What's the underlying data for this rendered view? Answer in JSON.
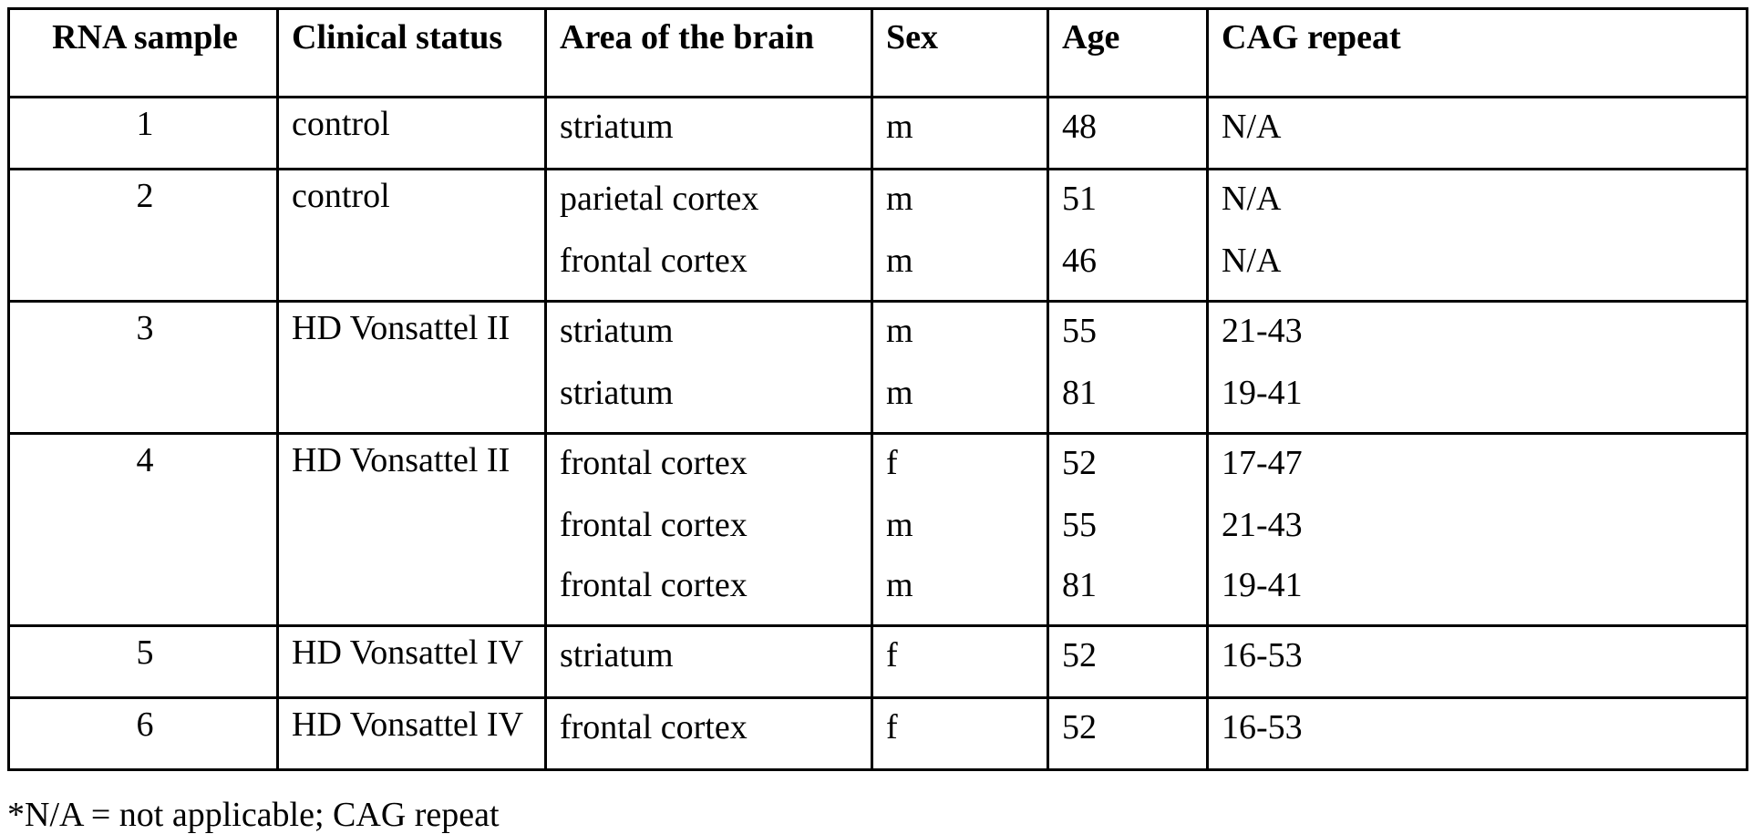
{
  "table": {
    "columns": [
      {
        "key": "rna_sample",
        "label": "RNA sample"
      },
      {
        "key": "clinical_status",
        "label": "Clinical status"
      },
      {
        "key": "area_of_the_brain",
        "label": "Area of the brain"
      },
      {
        "key": "sex",
        "label": "Sex"
      },
      {
        "key": "age",
        "label": "Age"
      },
      {
        "key": "cag_repeat",
        "label": "CAG repeat"
      }
    ],
    "rows": [
      {
        "rna_sample": "1",
        "clinical_status": "control",
        "entries": [
          {
            "area": "striatum",
            "sex": "m",
            "age": "48",
            "cag": "N/A"
          }
        ]
      },
      {
        "rna_sample": "2",
        "clinical_status": "control",
        "entries": [
          {
            "area": "parietal cortex",
            "sex": "m",
            "age": "51",
            "cag": "N/A"
          },
          {
            "area": "frontal cortex",
            "sex": "m",
            "age": "46",
            "cag": "N/A"
          }
        ]
      },
      {
        "rna_sample": "3",
        "clinical_status": "HD Vonsattel II",
        "entries": [
          {
            "area": "striatum",
            "sex": "m",
            "age": "55",
            "cag": "21-43"
          },
          {
            "area": "striatum",
            "sex": "m",
            "age": "81",
            "cag": "19-41"
          }
        ]
      },
      {
        "rna_sample": "4",
        "clinical_status": "HD Vonsattel II",
        "entries": [
          {
            "area": "frontal cortex",
            "sex": "f",
            "age": "52",
            "cag": "17-47"
          },
          {
            "area": "frontal cortex",
            "sex": "m",
            "age": "55",
            "cag": "21-43"
          },
          {
            "area": "frontal cortex",
            "sex": "m",
            "age": "81",
            "cag": "19-41"
          }
        ]
      },
      {
        "rna_sample": "5",
        "clinical_status": "HD Vonsattel IV",
        "entries": [
          {
            "area": "striatum",
            "sex": "f",
            "age": "52",
            "cag": "16-53"
          }
        ]
      },
      {
        "rna_sample": "6",
        "clinical_status": "HD Vonsattel IV",
        "entries": [
          {
            "area": "frontal cortex",
            "sex": "f",
            "age": "52",
            "cag": "16-53"
          }
        ]
      }
    ]
  },
  "footnote": {
    "text": "*N/A = not applicable;  CAG repeat"
  }
}
